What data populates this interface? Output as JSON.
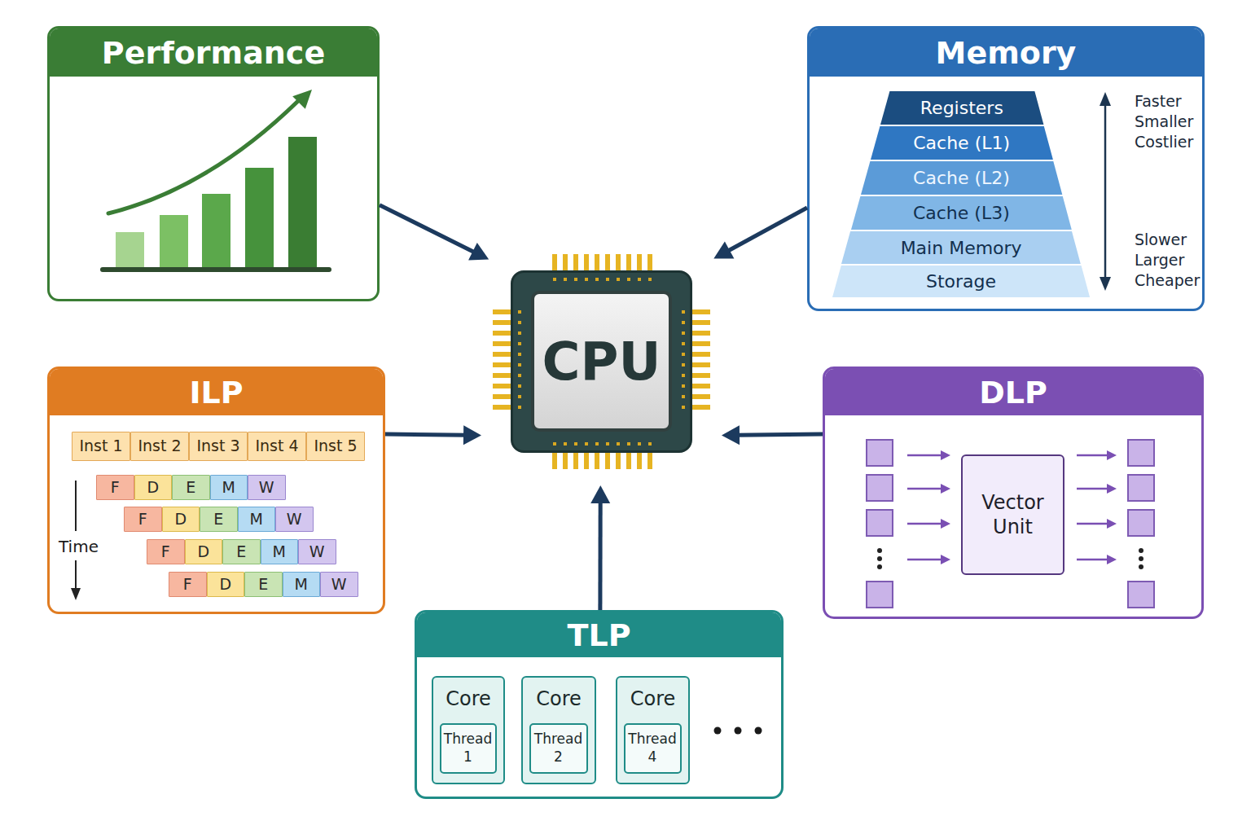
{
  "diagram": {
    "nodes": [
      {
        "text": [
          "Performance"
        ]
      },
      {
        "text": [
          "Memory",
          "Faster Smaller Costlier",
          "Slower Larger Cheaper"
        ]
      },
      {
        "text": [
          "Registers"
        ],
        "in": 1
      },
      {
        "text": [
          "Cache (L1)"
        ],
        "in": 1
      },
      {
        "text": [
          "Cache (L2)"
        ],
        "in": 1
      },
      {
        "text": [
          "Cache (L3)"
        ],
        "in": 1
      },
      {
        "text": [
          "Main Memory"
        ],
        "in": 1
      },
      {
        "text": [
          "Storage"
        ],
        "in": 1
      },
      {
        "text": [
          "CPU"
        ]
      },
      {
        "text": [
          "ILP"
        ]
      },
      {
        "text": [
          "Inst 1"
        ],
        "in": 9
      },
      {
        "text": [
          "Inst 2"
        ],
        "in": 9
      },
      {
        "text": [
          "Inst 3"
        ],
        "in": 9
      },
      {
        "text": [
          "Inst 4"
        ],
        "in": 9
      },
      {
        "text": [
          "Inst 5"
        ],
        "in": 9
      },
      {
        "text": [
          "F"
        ],
        "in": 9
      },
      {
        "text": [
          "D"
        ],
        "in": 9
      },
      {
        "text": [
          "E"
        ],
        "in": 9
      },
      {
        "text": [
          "M"
        ],
        "in": 9
      },
      {
        "text": [
          "W"
        ],
        "in": 9
      },
      {
        "text": [
          "F"
        ],
        "in": 9
      },
      {
        "text": [
          "D"
        ],
        "in": 9
      },
      {
        "text": [
          "E"
        ],
        "in": 9
      },
      {
        "text": [
          "M"
        ],
        "in": 9
      },
      {
        "text": [
          "W"
        ],
        "in": 9
      },
      {
        "text": [
          "F"
        ],
        "in": 9
      },
      {
        "text": [
          "D"
        ],
        "in": 9
      },
      {
        "text": [
          "E"
        ],
        "in": 9
      },
      {
        "text": [
          "M"
        ],
        "in": 9
      },
      {
        "text": [
          "W"
        ],
        "in": 9
      },
      {
        "text": [
          "F"
        ],
        "in": 9
      },
      {
        "text": [
          "D"
        ],
        "in": 9
      },
      {
        "text": [
          "E"
        ],
        "in": 9
      },
      {
        "text": [
          "M"
        ],
        "in": 9
      },
      {
        "text": [
          "W"
        ],
        "in": 9
      },
      {
        "text": [
          "DLP"
        ]
      },
      {
        "text": [
          "Vector Unit"
        ],
        "in": 35
      },
      {
        "text": [
          "TLP"
        ]
      },
      {
        "text": [
          "Core"
        ],
        "in": 37
      },
      {
        "text": [
          "Thread 1"
        ],
        "in": 38
      },
      {
        "text": [
          "Core"
        ],
        "in": 37
      },
      {
        "text": [
          "Thread 2"
        ],
        "in": 40
      },
      {
        "text": [
          "Core"
        ],
        "in": 37
      },
      {
        "text": [
          "Thread 4"
        ],
        "in": 42
      }
    ],
    "edges": [
      {
        "from": 0,
        "to": 8,
        "arrow": "to"
      },
      {
        "from": 1,
        "to": 8,
        "arrow": "to"
      },
      {
        "from": 9,
        "to": 8,
        "arrow": "to"
      },
      {
        "from": 35,
        "to": 8,
        "arrow": "to"
      },
      {
        "from": 37,
        "to": 8,
        "arrow": "to"
      }
    ],
    "labels": [
      "Time"
    ]
  }
}
